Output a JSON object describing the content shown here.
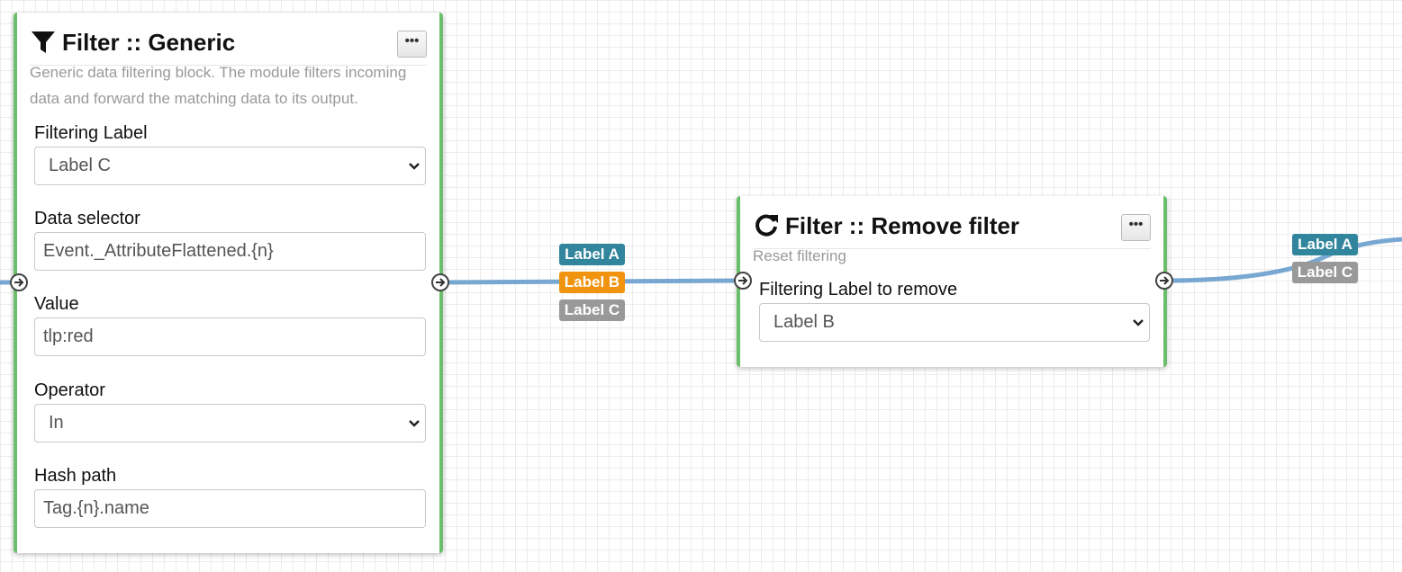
{
  "node_generic": {
    "title": "Filter :: Generic",
    "menu_label": "•••",
    "description": "Generic data filtering block. The module filters incoming data and forward the matching data to its output.",
    "fields": {
      "filtering_label": {
        "label": "Filtering Label",
        "value": "Label C"
      },
      "data_selector": {
        "label": "Data selector",
        "value": "Event._AttributeFlattened.{n}"
      },
      "value": {
        "label": "Value",
        "value": "tlp:red"
      },
      "operator": {
        "label": "Operator",
        "value": "In"
      },
      "hash_path": {
        "label": "Hash path",
        "value": "Tag.{n}.name"
      }
    }
  },
  "node_remove": {
    "title": "Filter :: Remove filter",
    "menu_label": "•••",
    "description": "Reset filtering",
    "fields": {
      "label_to_remove": {
        "label": "Filtering Label to remove",
        "value": "Label B"
      }
    }
  },
  "tags_mid": [
    "Label A",
    "Label B",
    "Label C"
  ],
  "tags_right": [
    "Label A",
    "Label C"
  ],
  "colors": {
    "label_a": "#31859c",
    "label_b": "#f0930f",
    "label_c": "#999999",
    "node_border": "#6cbf6a",
    "wire": "#78a8d1"
  },
  "icons": {
    "generic": "filter-icon",
    "remove": "refresh-icon",
    "port": "arrow-right-circle-icon",
    "select": "chevron-down-icon"
  }
}
